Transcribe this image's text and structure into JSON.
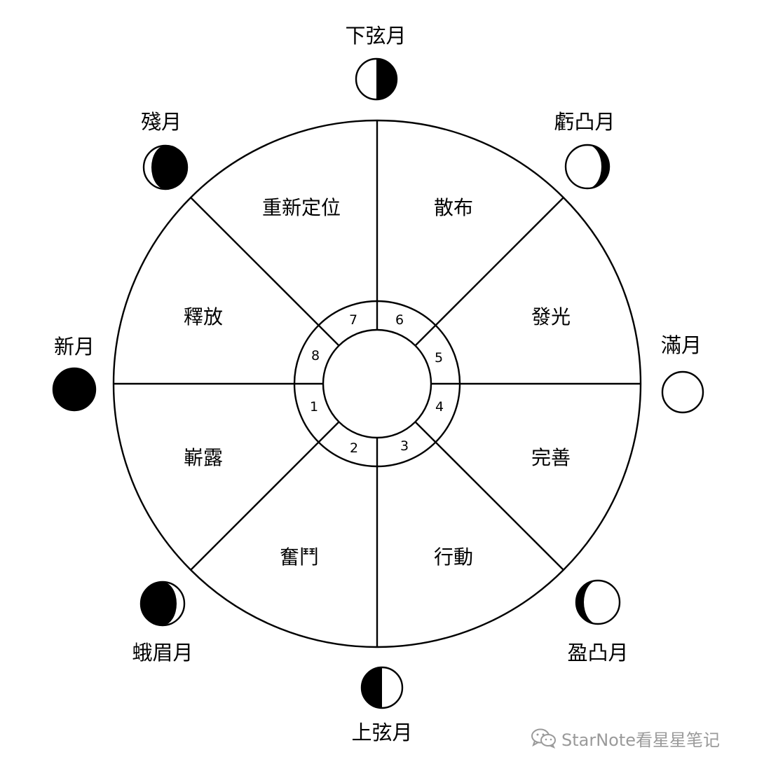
{
  "phases": [
    {
      "key": "new",
      "label": "新月"
    },
    {
      "key": "waxing_crescent",
      "label": "蛾眉月"
    },
    {
      "key": "first_quarter",
      "label": "上弦月"
    },
    {
      "key": "waxing_gibbous",
      "label": "盈凸月"
    },
    {
      "key": "full",
      "label": "滿月"
    },
    {
      "key": "waning_gibbous",
      "label": "虧凸月"
    },
    {
      "key": "last_quarter",
      "label": "下弦月"
    },
    {
      "key": "balsamic",
      "label": "殘月"
    }
  ],
  "sectors": [
    {
      "number": "1",
      "label": "嶄露"
    },
    {
      "number": "2",
      "label": "奮鬥"
    },
    {
      "number": "3",
      "label": "行動"
    },
    {
      "number": "4",
      "label": "完善"
    },
    {
      "number": "5",
      "label": "發光"
    },
    {
      "number": "6",
      "label": "散布"
    },
    {
      "number": "7",
      "label": "重新定位"
    },
    {
      "number": "8",
      "label": "釋放"
    }
  ],
  "watermark": {
    "text": "StarNote看星星笔记"
  }
}
